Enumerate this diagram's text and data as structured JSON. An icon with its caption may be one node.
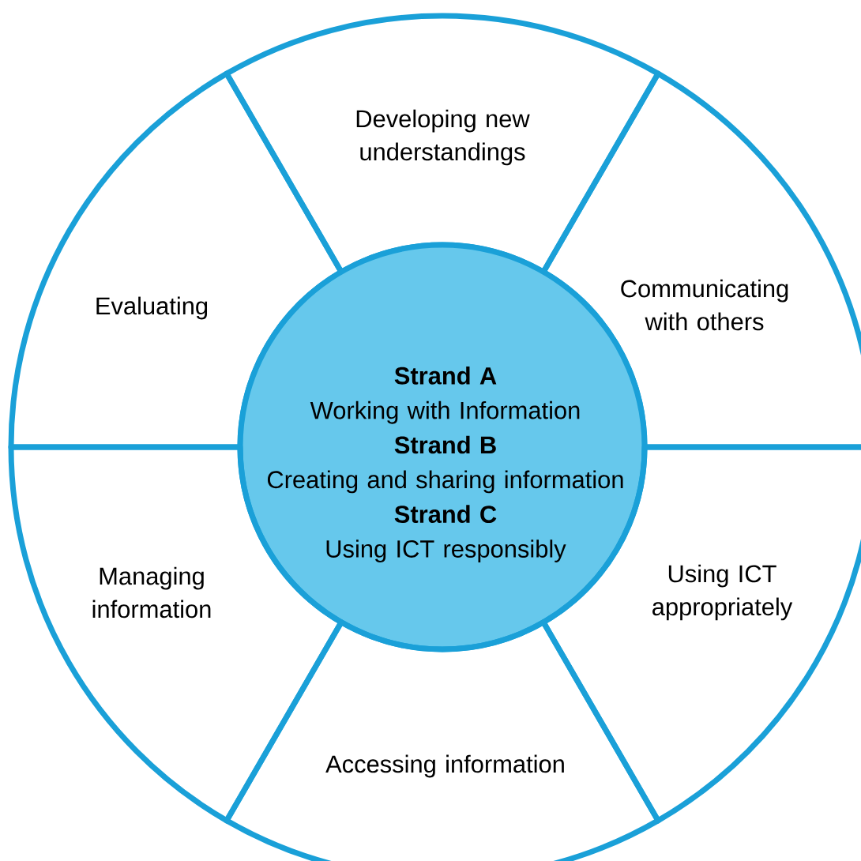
{
  "diagram": {
    "nodes": [
      {
        "text": [
          "Developing new understandings"
        ]
      },
      {
        "text": [
          "Evaluating"
        ]
      },
      {
        "text": [
          "Communicating with others"
        ]
      },
      {
        "text": [
          "Strand A",
          "Working with Information",
          "Strand B",
          "Creating and sharing information",
          "Strand C",
          "Using ICT responsibly"
        ]
      },
      {
        "text": [
          "Managing information"
        ]
      },
      {
        "text": [
          "Using ICT appropriately"
        ]
      },
      {
        "text": [
          "Accessing information"
        ]
      }
    ]
  }
}
